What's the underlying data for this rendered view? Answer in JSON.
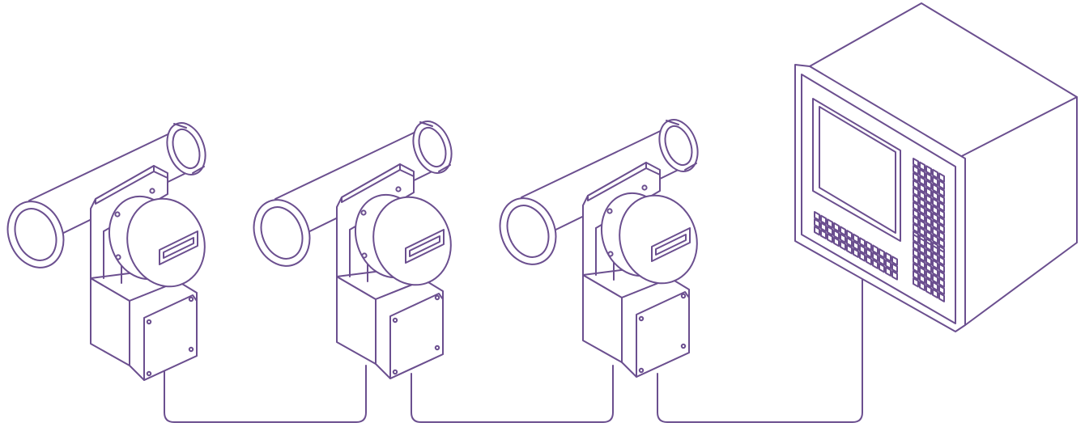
{
  "diagram": {
    "line_color": "#6b4f8f",
    "background": "#ffffff",
    "flowmeter_count": 3,
    "components": [
      {
        "name": "flowmeter",
        "icon": "flowmeter-icon"
      },
      {
        "name": "flowmeter",
        "icon": "flowmeter-icon"
      },
      {
        "name": "flowmeter",
        "icon": "flowmeter-icon"
      },
      {
        "name": "control-panel",
        "icon": "control-panel-icon"
      }
    ]
  }
}
